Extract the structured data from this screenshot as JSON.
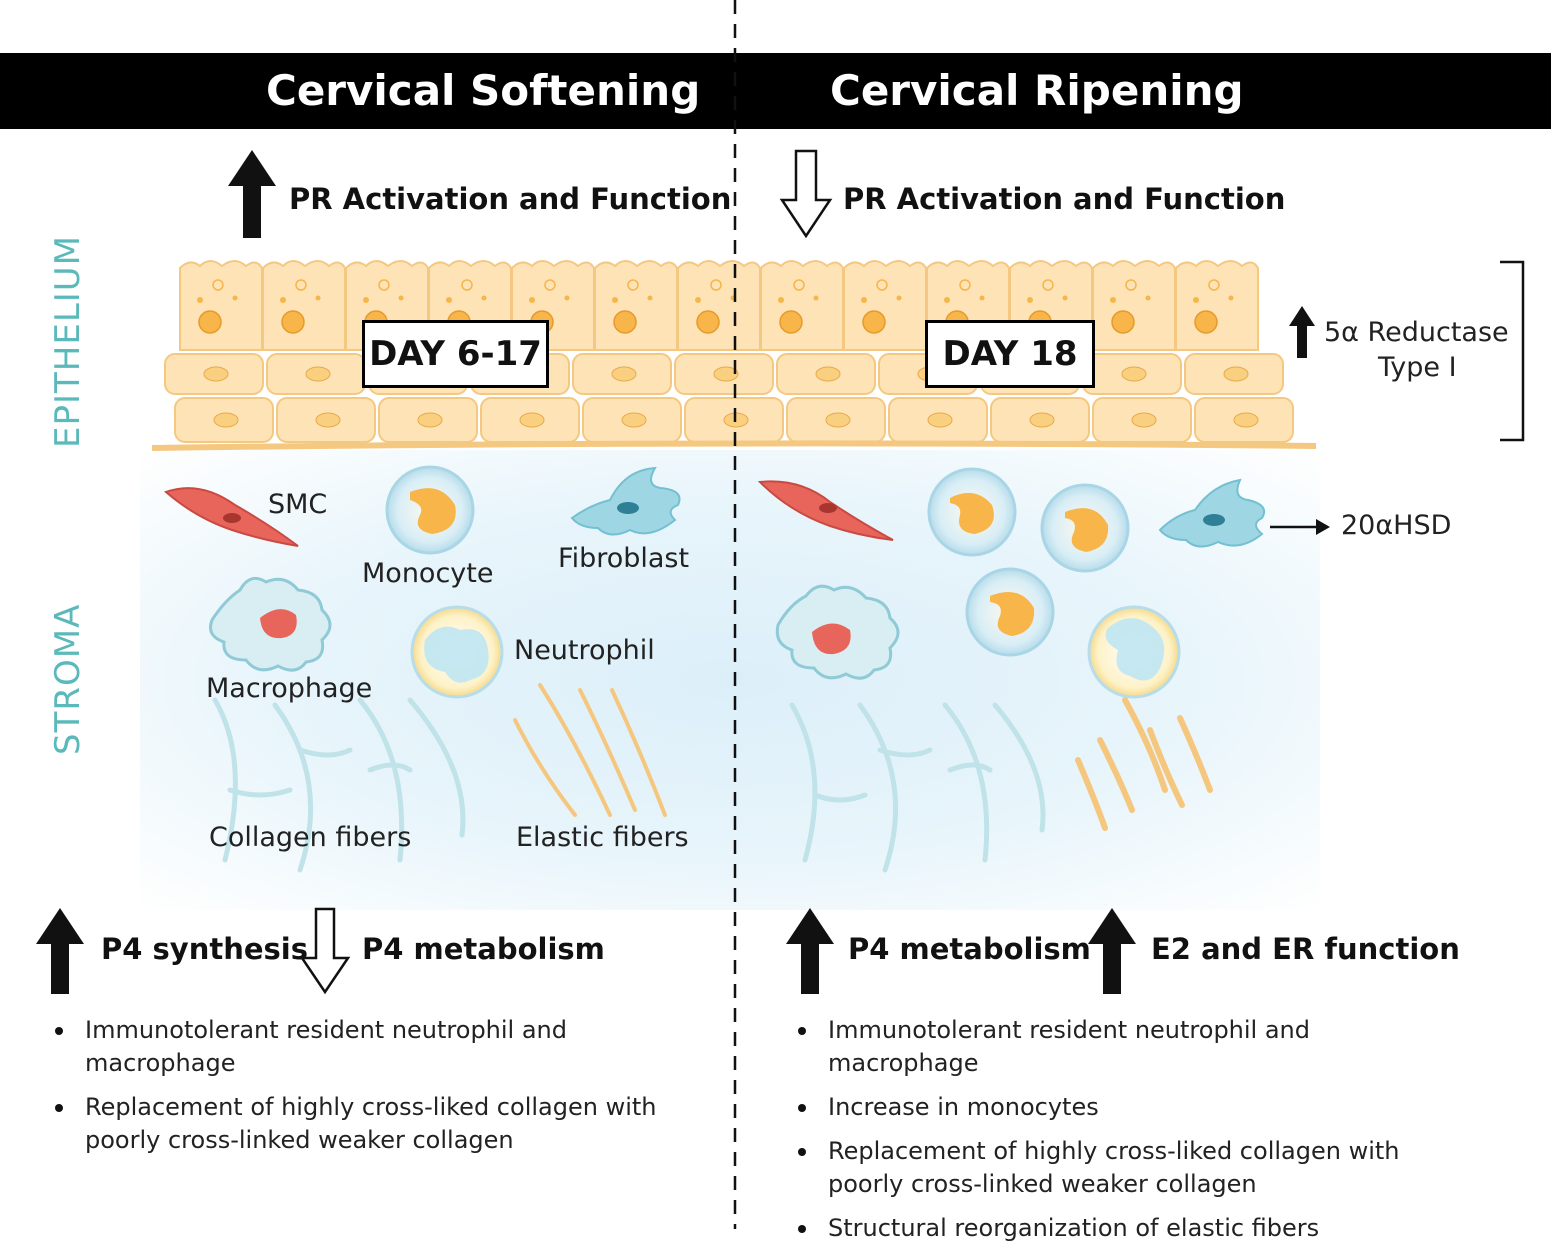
{
  "header": {
    "left_title": "Cervical Softening",
    "right_title": "Cervical Ripening"
  },
  "side_labels": {
    "epithelium": "EPITHELIUM",
    "stroma": "STROMA"
  },
  "left": {
    "pr_label": "PR Activation and Function",
    "pr_direction": "up",
    "day": "DAY 6-17",
    "cells": {
      "smc": "SMC",
      "monocyte": "Monocyte",
      "fibroblast": "Fibroblast",
      "macrophage": "Macrophage",
      "neutrophil": "Neutrophil",
      "collagen": "Collagen fibers",
      "elastic": "Elastic fibers"
    },
    "markers": [
      {
        "label": "P4 synthesis",
        "direction": "up"
      },
      {
        "label": "P4 metabolism",
        "direction": "down"
      }
    ],
    "bullets": [
      "Immunotolerant resident neutrophil and macrophage",
      "Replacement of highly cross-liked collagen with poorly cross-linked weaker collagen"
    ]
  },
  "right": {
    "pr_label": "PR Activation and Function",
    "pr_direction": "down",
    "day": "DAY 18",
    "reductase_line1": "5α Reductase",
    "reductase_line2": "Type I",
    "hsd": "20αHSD",
    "markers": [
      {
        "label": "P4 metabolism",
        "direction": "up"
      },
      {
        "label": "E2 and ER function",
        "direction": "up"
      }
    ],
    "bullets": [
      "Immunotolerant resident neutrophil and macrophage",
      "Increase in monocytes",
      "Replacement of highly cross-liked collagen with poorly cross-linked weaker collagen",
      "Structural reorganization of elastic fibers"
    ]
  },
  "colors": {
    "header_bg": "#000000",
    "epithelium_cell": "#fde3b5",
    "epithelium_border": "#f5c882",
    "nucleus": "#f7b54a",
    "side_label": "#5bb8bb",
    "smc": "#e8655b",
    "fibroblast": "#9fd6e3",
    "collagen": "#bfe3e8",
    "elastic": "#f5c77e"
  }
}
